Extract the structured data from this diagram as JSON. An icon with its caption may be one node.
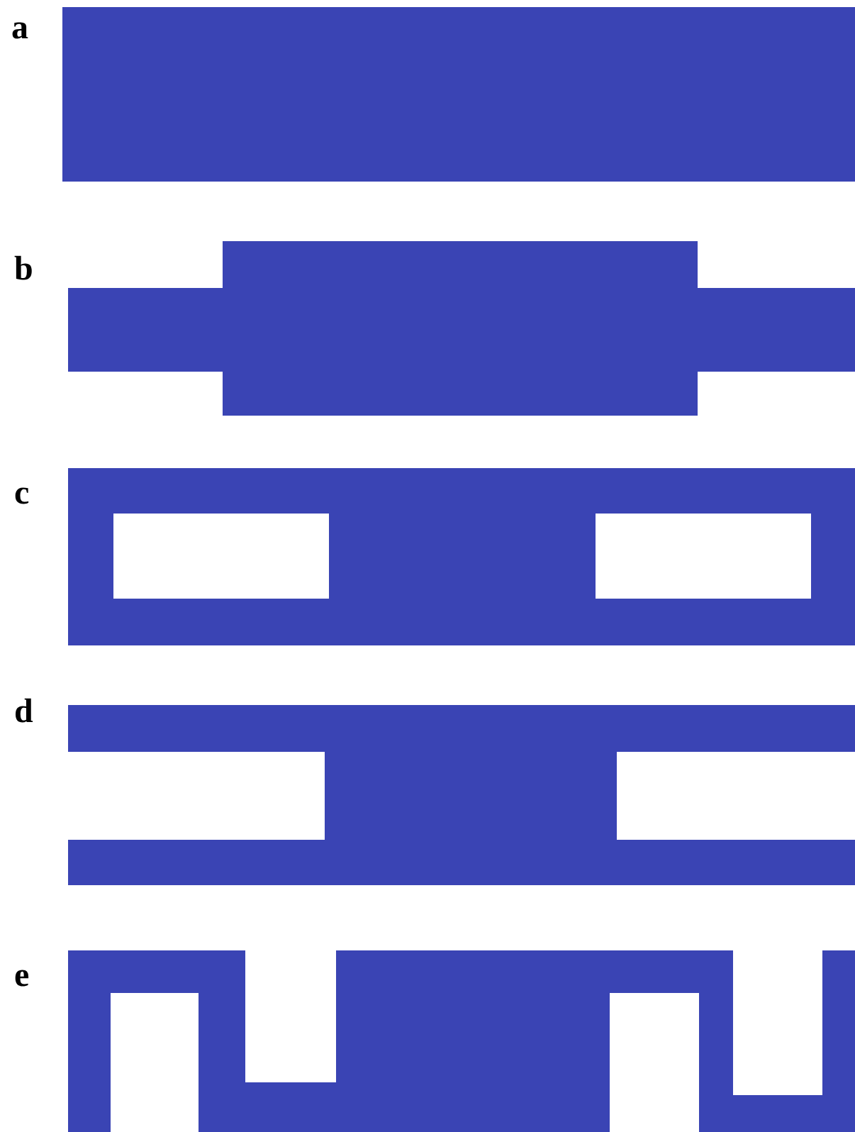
{
  "diagram": {
    "labels": [
      "a",
      "b",
      "c",
      "d",
      "e"
    ]
  }
}
